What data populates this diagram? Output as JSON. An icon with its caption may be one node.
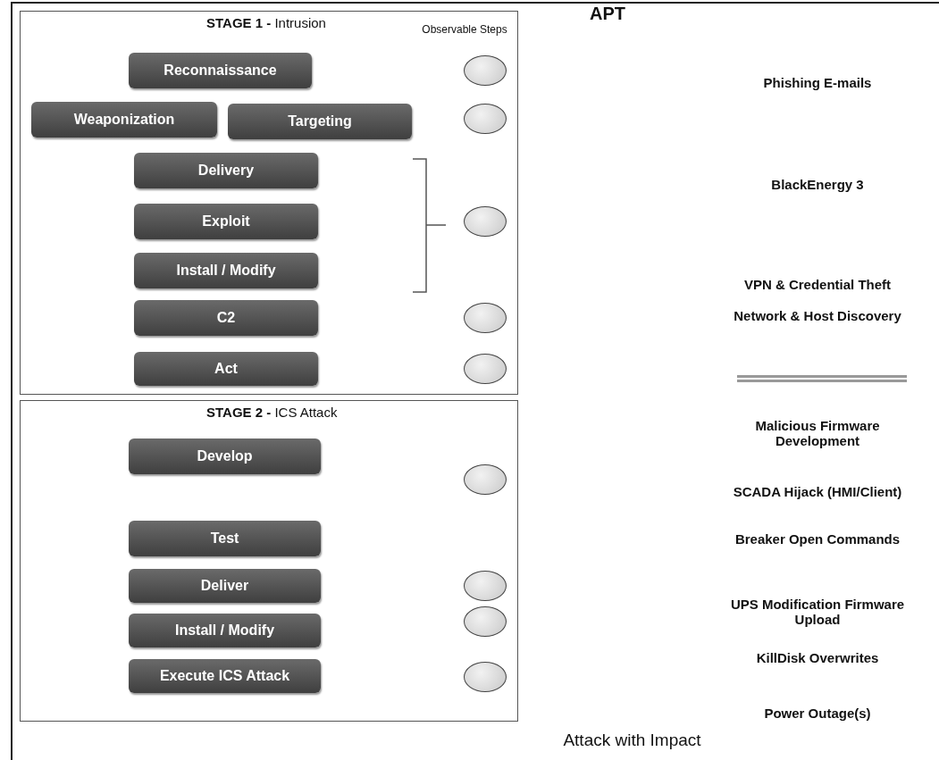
{
  "diagram": {
    "title": "APT",
    "caption": "Attack with Impact",
    "nodes": [
      {
        "text": [
          "**STAGE 1 -** Intrusion"
        ]
      },
      {
        "text": [
          "Reconnaissance"
        ],
        "in": 0
      },
      {
        "text": [],
        "shape": "circle",
        "in": 0
      },
      {
        "text": [
          "Weaponization"
        ],
        "in": 0
      },
      {
        "text": [
          "Targeting"
        ],
        "in": 0
      },
      {
        "text": [],
        "shape": "circle",
        "in": 0
      },
      {
        "text": [
          "Delivery"
        ],
        "in": 0
      },
      {
        "text": [
          "Exploit"
        ],
        "in": 0
      },
      {
        "text": [
          "Install / Modify"
        ],
        "in": 0
      },
      {
        "text": [],
        "shape": "circle",
        "in": 0
      },
      {
        "text": [
          "C2"
        ],
        "in": 0
      },
      {
        "text": [],
        "shape": "circle",
        "in": 0
      },
      {
        "text": [
          "Act"
        ],
        "in": 0
      },
      {
        "text": [],
        "shape": "circle",
        "in": 0
      },
      {
        "text": [
          "**STAGE 2 -** ICS Attack"
        ]
      },
      {
        "text": [
          "Develop"
        ],
        "in": 14
      },
      {
        "text": [],
        "shape": "circle",
        "in": 14
      },
      {
        "text": [
          "Test"
        ],
        "in": 14
      },
      {
        "text": [
          "Deliver"
        ],
        "in": 14
      },
      {
        "text": [],
        "shape": "circle",
        "in": 14
      },
      {
        "text": [
          "Install / Modify"
        ],
        "in": 14
      },
      {
        "text": [],
        "shape": "circle",
        "in": 14
      },
      {
        "text": [
          "Execute ICS Attack"
        ],
        "in": 14
      },
      {
        "text": [],
        "shape": "circle",
        "in": 14
      }
    ],
    "labels": [
      "Observable Steps",
      "Phishing E-mails",
      "BlackEnergy 3",
      "VPN & Credential Theft",
      "Network & Host Discovery",
      "Malicious Firmware Development",
      "SCADA Hijack (HMI/Client)",
      "Breaker Open Commands",
      "UPS Modification Firmware Upload",
      "KillDisk Overwrites",
      "Power Outage(s)"
    ]
  }
}
